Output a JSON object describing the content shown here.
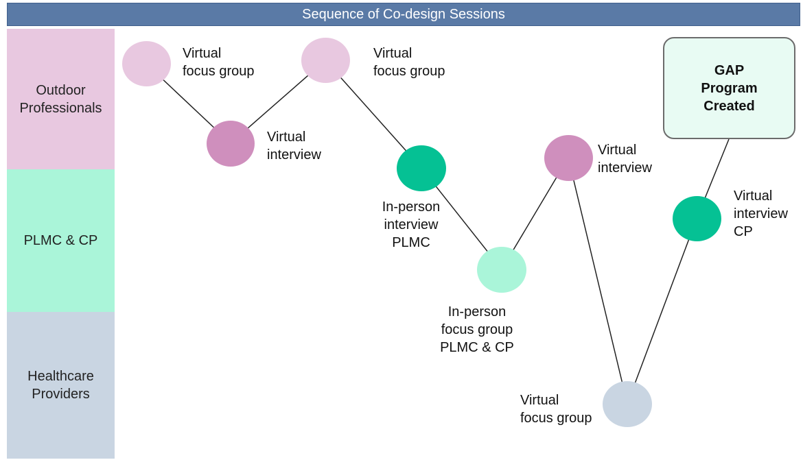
{
  "title": "Sequence of Co-design Sessions",
  "lanes": [
    {
      "label": "Outdoor\nProfessionals",
      "color": "#e8c8e0"
    },
    {
      "label": "PLMC & CP",
      "color": "#aaf5d9"
    },
    {
      "label": "Healthcare\nProviders",
      "color": "#c9d5e2"
    }
  ],
  "nodes": [
    {
      "label": "Virtual\nfocus group",
      "lane": "Outdoor Professionals",
      "color": "#e8c8e0"
    },
    {
      "label": "Virtual\ninterview",
      "lane": "Outdoor Professionals",
      "color": "#cf8fbd"
    },
    {
      "label": "Virtual\nfocus group",
      "lane": "Outdoor Professionals",
      "color": "#e8c8e0"
    },
    {
      "label": "In-person\ninterview\nPLMC",
      "lane": "PLMC & CP",
      "color": "#05c194"
    },
    {
      "label": "In-person\nfocus group\nPLMC & CP",
      "lane": "PLMC & CP",
      "color": "#aaf5d9"
    },
    {
      "label": "Virtual\ninterview",
      "lane": "Outdoor Professionals",
      "color": "#cf8fbd"
    },
    {
      "label": "Virtual\nfocus group",
      "lane": "Healthcare Providers",
      "color": "#c9d5e2"
    },
    {
      "label": "Virtual\ninterview\nCP",
      "lane": "PLMC & CP",
      "color": "#05c194"
    }
  ],
  "outcome": {
    "label": "GAP\nProgram\nCreated"
  }
}
